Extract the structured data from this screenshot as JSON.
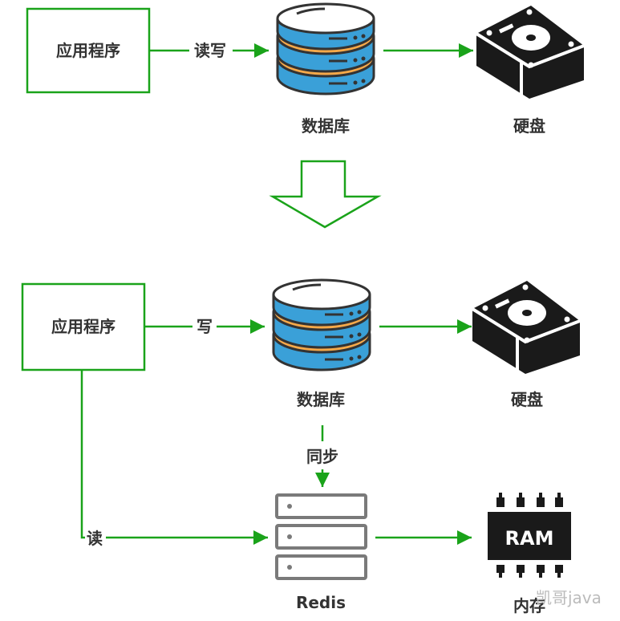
{
  "colors": {
    "arrow": "#1aa31a",
    "db_blue": "#3aa0d8",
    "db_orange": "#f5a94a",
    "server_gray": "#7a7a7a",
    "dark": "#1a1a1a"
  },
  "top": {
    "app_box": "应用程序",
    "arrow_label": "读写",
    "database_label": "数据库",
    "disk_label": "硬盘"
  },
  "bottom": {
    "app_box": "应用程序",
    "write_label": "写",
    "read_label": "读",
    "database_label": "数据库",
    "disk_label": "硬盘",
    "sync_label": "同步",
    "redis_label": "Redis",
    "ram_chip_text": "RAM",
    "memory_label": "内存"
  },
  "watermark": "凯哥java"
}
